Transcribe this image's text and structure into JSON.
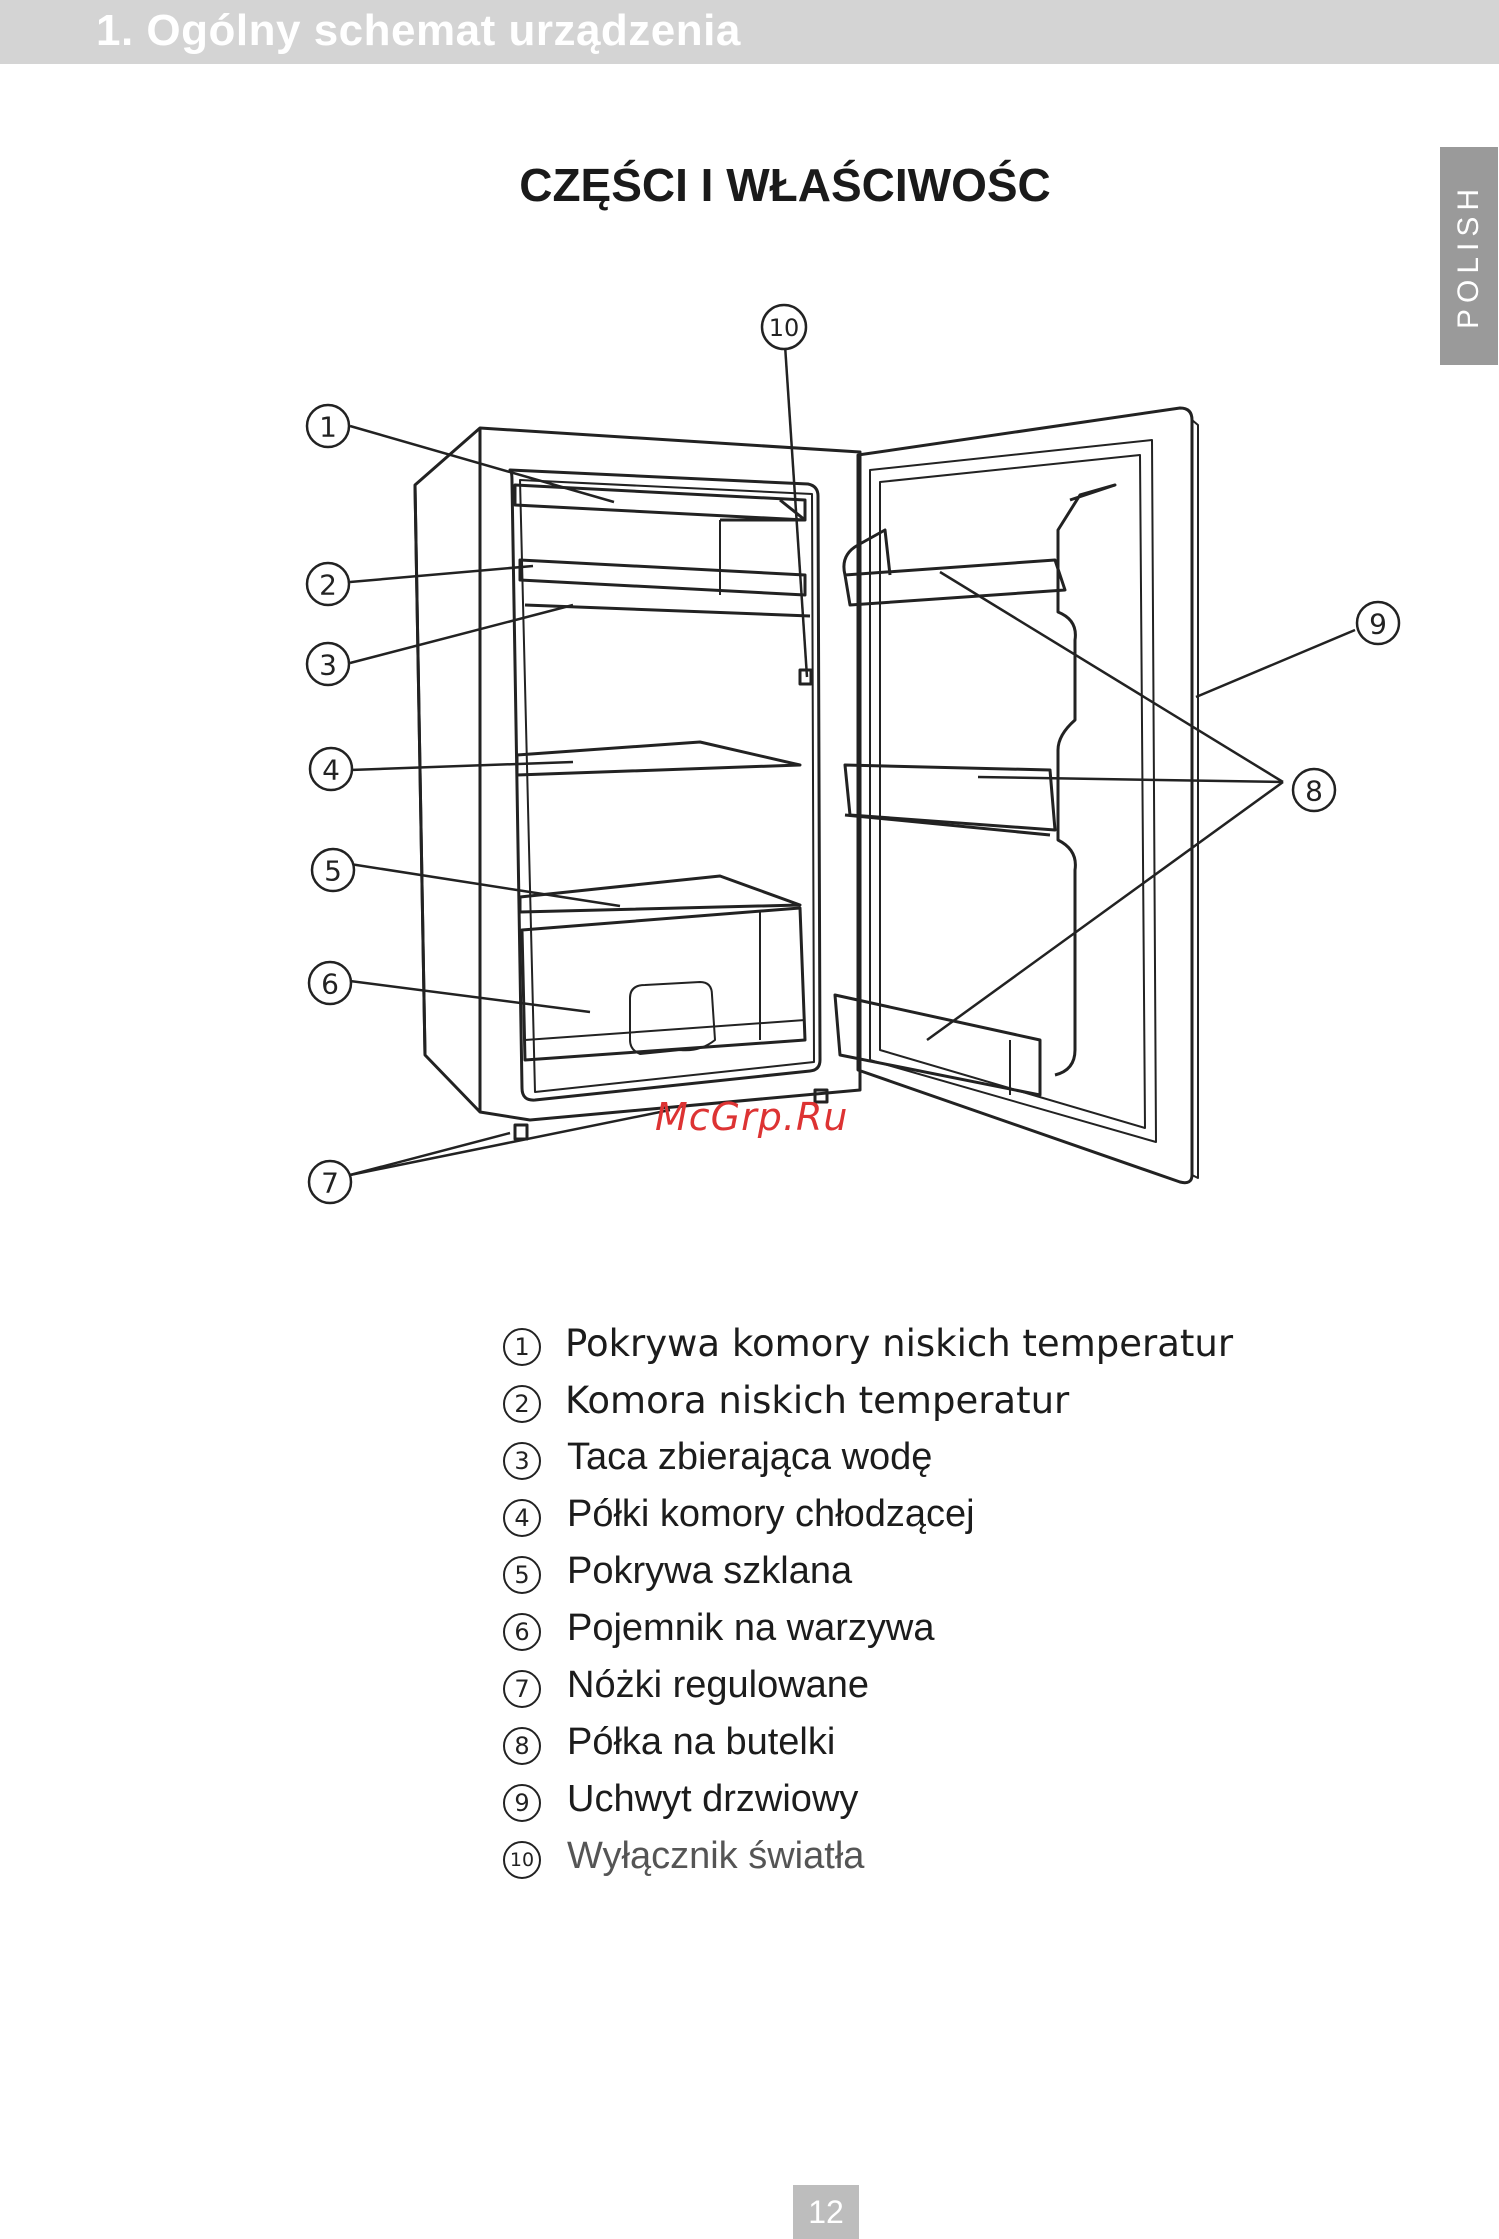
{
  "header": {
    "title": "1. Ogólny schemat urządzenia"
  },
  "side_tab": {
    "label": "POLISH"
  },
  "section": {
    "title": "CZĘŚCI I WŁAŚCIWOŚC"
  },
  "callouts": [
    "1",
    "2",
    "3",
    "4",
    "5",
    "6",
    "7",
    "8",
    "9",
    "10"
  ],
  "watermark": "McGrp.Ru",
  "legend": [
    {
      "num": "1",
      "text": "Pokrywa komory niskich temperatur"
    },
    {
      "num": "2",
      "text": "Komora niskich temperatur"
    },
    {
      "num": "3",
      "text": "Taca zbierająca wodę"
    },
    {
      "num": "4",
      "text": "Półki komory chłodzącej"
    },
    {
      "num": "5",
      "text": "Pokrywa szklana"
    },
    {
      "num": "6",
      "text": "Pojemnik na warzywa"
    },
    {
      "num": "7",
      "text": "Nóżki regulowane"
    },
    {
      "num": "8",
      "text": "Półka na butelki"
    },
    {
      "num": "9",
      "text": "Uchwyt drzwiowy"
    },
    {
      "num": "10",
      "text": "Wyłącznik światła"
    }
  ],
  "page": {
    "number": "12"
  }
}
